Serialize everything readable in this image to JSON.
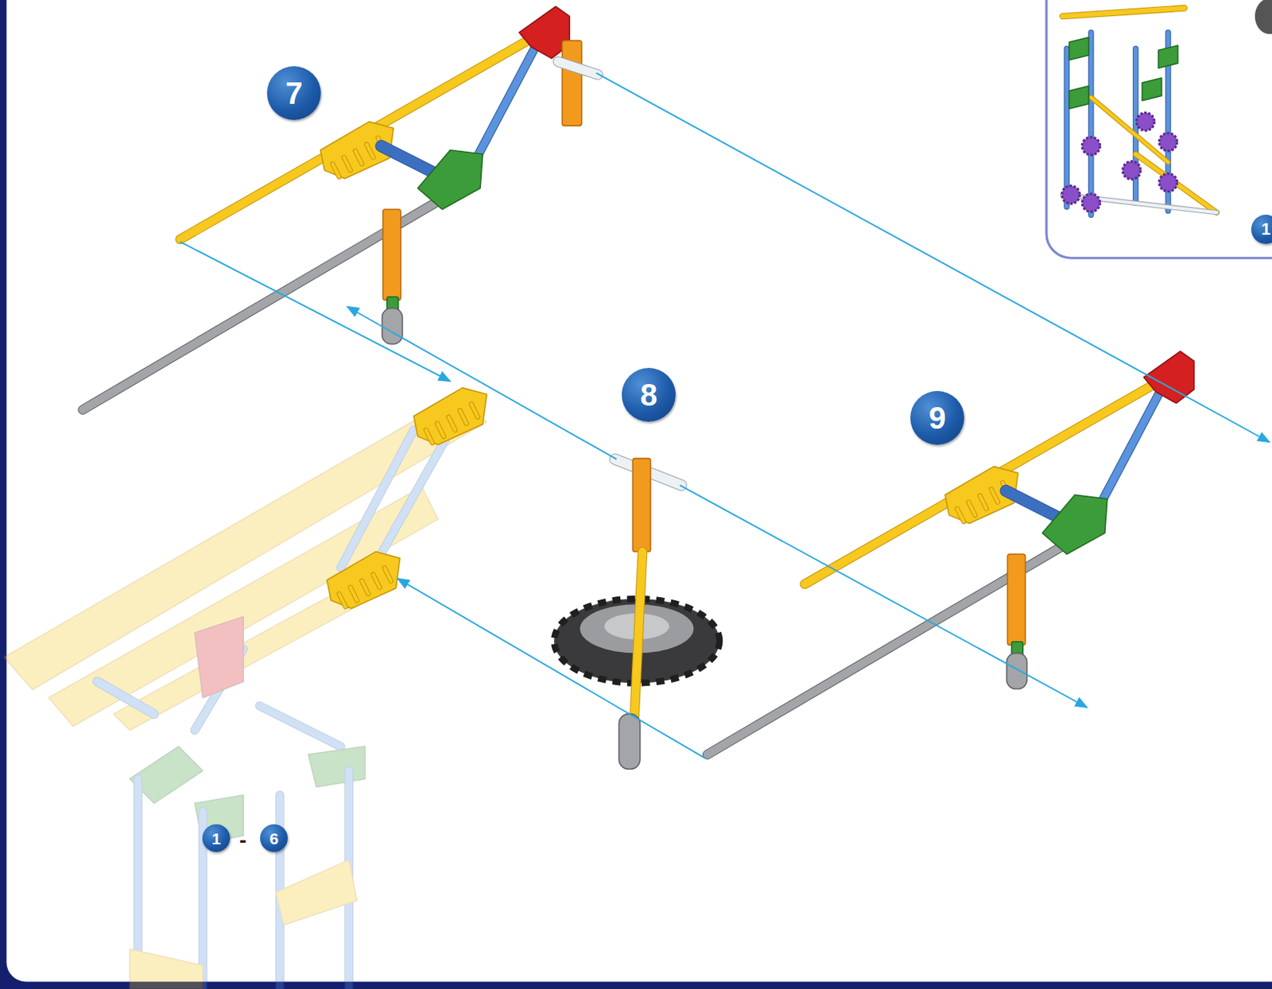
{
  "diagram": {
    "nodes": [
      {
        "text": [
          "7"
        ]
      },
      {
        "text": [
          "1"
        ]
      },
      {
        "text": [
          "8"
        ]
      },
      {
        "text": [
          "9"
        ]
      },
      {
        "text": [
          "1"
        ]
      },
      {
        "text": [
          "6"
        ]
      }
    ],
    "labels": [
      "-"
    ]
  }
}
